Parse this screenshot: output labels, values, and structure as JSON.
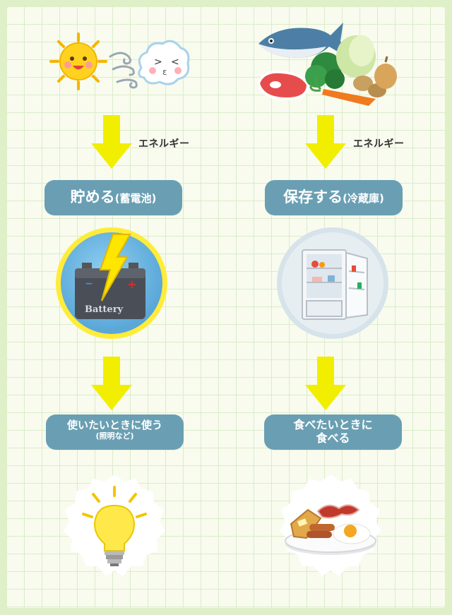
{
  "left_column": {
    "arrow_label_1": "エネルギー",
    "step_title": "貯める",
    "step_sub": "(蓄電池)",
    "battery_text": "Battery",
    "use_line1": "使いたいときに使う",
    "use_line2": "(照明など)"
  },
  "right_column": {
    "arrow_label_1": "エネルギー",
    "step_title": "保存する",
    "step_sub": "(冷蔵庫)",
    "eat_line1": "食べたいときに",
    "eat_line2": "食べる"
  },
  "colors": {
    "background": "#f8fbee",
    "grid": "#dceccb",
    "pill": "#6a9fb3",
    "arrow": "#f2ee00",
    "battery_circle": "#5aa7d8",
    "fridge_circle": "#e6eef2"
  }
}
